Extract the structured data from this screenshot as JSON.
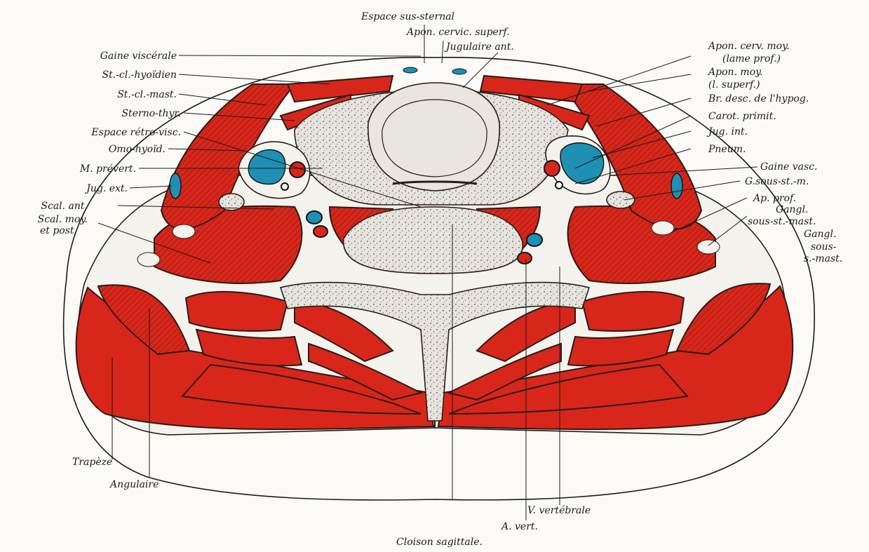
{
  "labels_left": [
    {
      "id": "gaine-viscerale",
      "text": "Gaine viscérale"
    },
    {
      "id": "st-cl-hyoidien",
      "text": "St.-cl.-hyoïdien"
    },
    {
      "id": "st-cl-mast",
      "text": "St.-cl.-mast."
    },
    {
      "id": "sterno-thyr",
      "text": "Sterno-thyr."
    },
    {
      "id": "espace-retro-visc",
      "text": "Espace rétro-visc."
    },
    {
      "id": "omo-hyoid",
      "text": "Omo-hyoïd."
    },
    {
      "id": "m-prevert",
      "text": "M. prévert."
    },
    {
      "id": "jug-ext",
      "text": "Jug. ext."
    },
    {
      "id": "scal-ant",
      "text": "Scal. ant."
    },
    {
      "id": "scal-moy-1",
      "text": "Scal. moy."
    },
    {
      "id": "scal-moy-2",
      "text": "et post."
    }
  ],
  "labels_top": [
    {
      "id": "espace-sus-sternal",
      "text": "Espace sus-sternal"
    },
    {
      "id": "apon-cervic-superf",
      "text": "Apon. cervic. superf."
    },
    {
      "id": "jugulaire-ant",
      "text": "Jugulaire ant."
    }
  ],
  "labels_right": [
    {
      "id": "apon-cerv-moy-1",
      "text": "Apon. cerv. moy."
    },
    {
      "id": "apon-cerv-moy-2",
      "text": "(lame prof.)"
    },
    {
      "id": "apon-moy-1",
      "text": "Apon. moy."
    },
    {
      "id": "apon-moy-2",
      "text": "(l. superf.)"
    },
    {
      "id": "br-desc",
      "text": "Br. desc. de l'hypog."
    },
    {
      "id": "carot-primit",
      "text": "Carot. primit."
    },
    {
      "id": "jug-int",
      "text": "Jug. int."
    },
    {
      "id": "pneum",
      "text": "Pneum."
    },
    {
      "id": "gaine-vasc",
      "text": "Gaine vasc."
    },
    {
      "id": "g-sous-st-m",
      "text": "G.sous-st.-m."
    },
    {
      "id": "ap-prof",
      "text": "Ap. prof."
    },
    {
      "id": "gangl-1",
      "text": "Gangl."
    },
    {
      "id": "gangl-2",
      "text": "sous-st.-mast."
    },
    {
      "id": "gangl2-1",
      "text": "Gangl."
    },
    {
      "id": "gangl2-2",
      "text": "sous-"
    },
    {
      "id": "gangl2-3",
      "text": "s.-mast."
    }
  ],
  "labels_bottom": [
    {
      "id": "trapeze",
      "text": "Trapèze"
    },
    {
      "id": "angulaire",
      "text": "Angulaire"
    },
    {
      "id": "v-vertebrale",
      "text": "V. vertébrale"
    },
    {
      "id": "a-vert",
      "text": "A. vert."
    },
    {
      "id": "cloison-sagittale",
      "text": "Cloison sagittale."
    }
  ],
  "colors": {
    "muscle": "#d8271a",
    "vein": "#1f8fb4",
    "artery": "#d8271a",
    "fascia": "#f4f2ec",
    "ink": "#1a1a1a"
  }
}
